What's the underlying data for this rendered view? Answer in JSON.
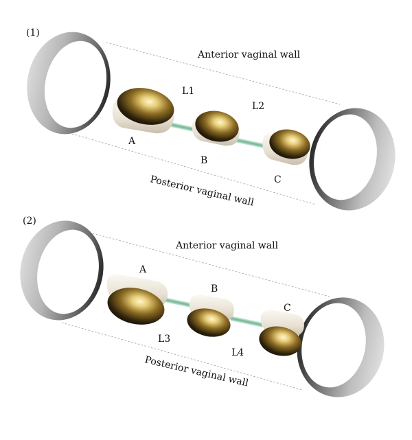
{
  "panels": [
    {
      "number": "(1)",
      "anterior_label": "Anterior vaginal wall",
      "posterior_label": "Posterior vaginal wall",
      "sensors": [
        "A",
        "B",
        "C"
      ],
      "links": [
        "L1",
        "L2"
      ]
    },
    {
      "number": "(2)",
      "anterior_label": "Anterior vaginal wall",
      "posterior_label": "Posterior vaginal wall",
      "sensors": [
        "A",
        "B",
        "C"
      ],
      "links": [
        "L3",
        "L4"
      ]
    }
  ],
  "colors": {
    "ring_light": "#e6e6e6",
    "ring_dark": "#2b2b2b",
    "dome_gold": "#c9a64a",
    "dome_dark": "#1a140a",
    "housing": "#efe9df",
    "link": "#8fc9ad",
    "guide_line": "#9a9a9a"
  }
}
